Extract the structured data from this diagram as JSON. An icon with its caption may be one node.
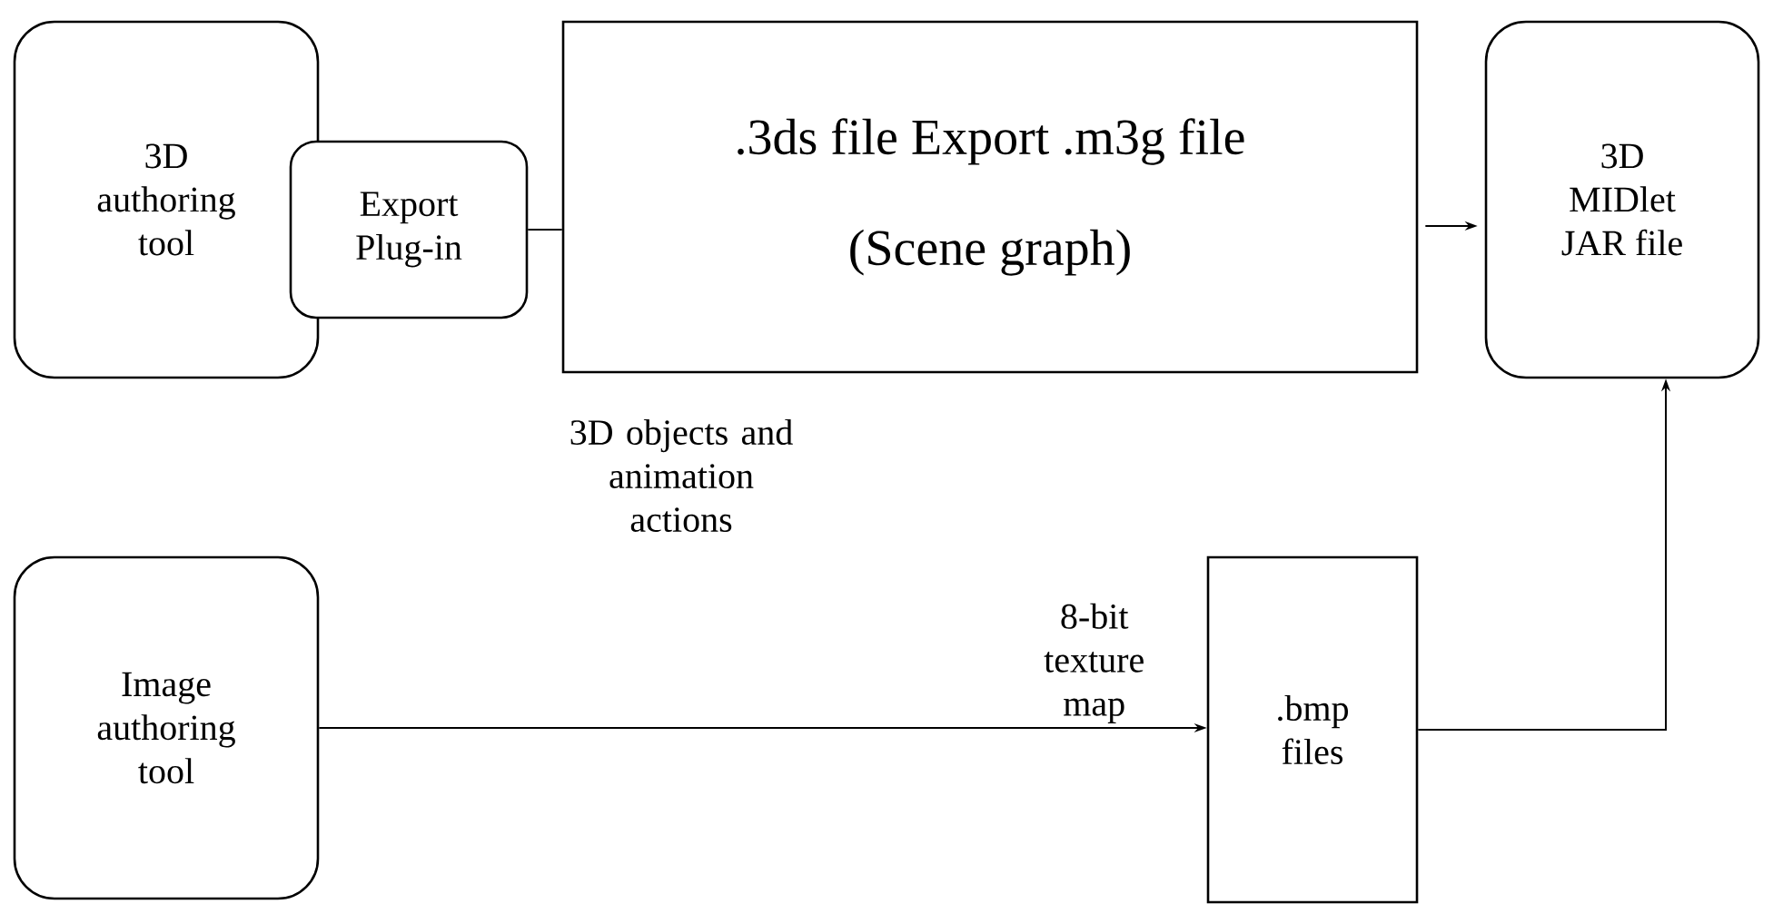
{
  "diagram": {
    "nodes": [
      {
        "text": [
          "3D authoring tool"
        ]
      },
      {
        "text": [
          "Export Plug-in"
        ]
      },
      {
        "text": [
          ".3ds file Export .m3g file",
          "(Scene graph)"
        ]
      },
      {
        "text": [
          "3D MIDlet JAR file"
        ]
      },
      {
        "text": [
          "Image authoring tool"
        ]
      },
      {
        "text": [
          ".bmp files"
        ]
      }
    ],
    "edges": [
      {
        "from": 1,
        "to": 2,
        "arrow": "none"
      },
      {
        "from": 2,
        "to": 3,
        "arrow": "to"
      },
      {
        "from": 4,
        "to": 5,
        "arrow": "to",
        "label": "8-bit texture map"
      },
      {
        "from": 5,
        "to": 3,
        "arrow": "to"
      }
    ],
    "labels": [
      "3D objects and animation actions"
    ]
  }
}
